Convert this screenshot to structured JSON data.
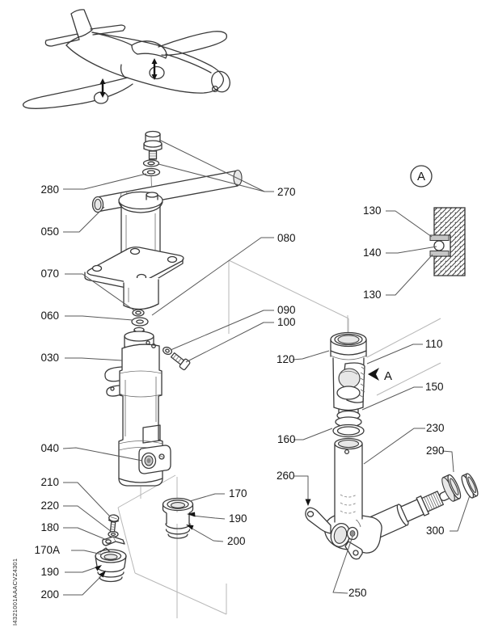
{
  "figure": {
    "code": "I4321001AAACVZ4301",
    "detail_circle_label": "A",
    "detail_arrow_label": "A"
  },
  "callouts": {
    "280": "280",
    "050": "050",
    "070": "070",
    "060": "060",
    "030": "030",
    "040": "040",
    "210": "210",
    "220": "220",
    "180": "180",
    "170A": "170A",
    "190_left": "190",
    "200_left": "200",
    "270": "270",
    "080": "080",
    "090": "090",
    "100": "100",
    "170": "170",
    "190_center": "190",
    "200_center": "200",
    "130_top": "130",
    "140": "140",
    "130_bottom": "130",
    "110": "110",
    "120": "120",
    "150": "150",
    "160": "160",
    "230": "230",
    "260": "260",
    "290": "290",
    "300": "300",
    "250": "250"
  }
}
